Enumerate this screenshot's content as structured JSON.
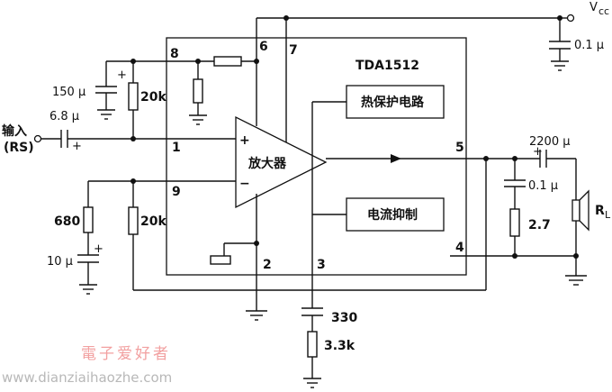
{
  "ic": {
    "name": "TDA1512",
    "amp_label": "放大器",
    "thermal_block": "热保护电路",
    "current_limit_block": "电流抑制",
    "plus_sign": "+",
    "minus_sign": "−"
  },
  "pins": {
    "p1": "1",
    "p2": "2",
    "p3": "3",
    "p4": "4",
    "p5": "5",
    "p6": "6",
    "p7": "7",
    "p8": "8",
    "p9": "9"
  },
  "input": {
    "label": "输入",
    "source": "(RS)",
    "cap": "6.8 μ",
    "cap_polarity": "+"
  },
  "components": {
    "c150": "150 μ",
    "c150_polarity": "+",
    "r20k_top": "20k",
    "r680": "680",
    "c10": "10 μ",
    "c10_polarity": "+",
    "r20k_bottom": "20k",
    "c330": "330",
    "r3k3": "3.3k",
    "c_vcc": "0.1 μ",
    "c_out": "2200 μ",
    "c_out_polarity": "+",
    "c_snubber": "0.1 μ",
    "r_snubber": "2.7",
    "load": "R",
    "load_sub": "L"
  },
  "supply": {
    "label": "V",
    "label_sub": "cc"
  },
  "watermark": {
    "site_cn": "電子爱好者",
    "site_url": "www.dianziaihaozhe.com"
  }
}
